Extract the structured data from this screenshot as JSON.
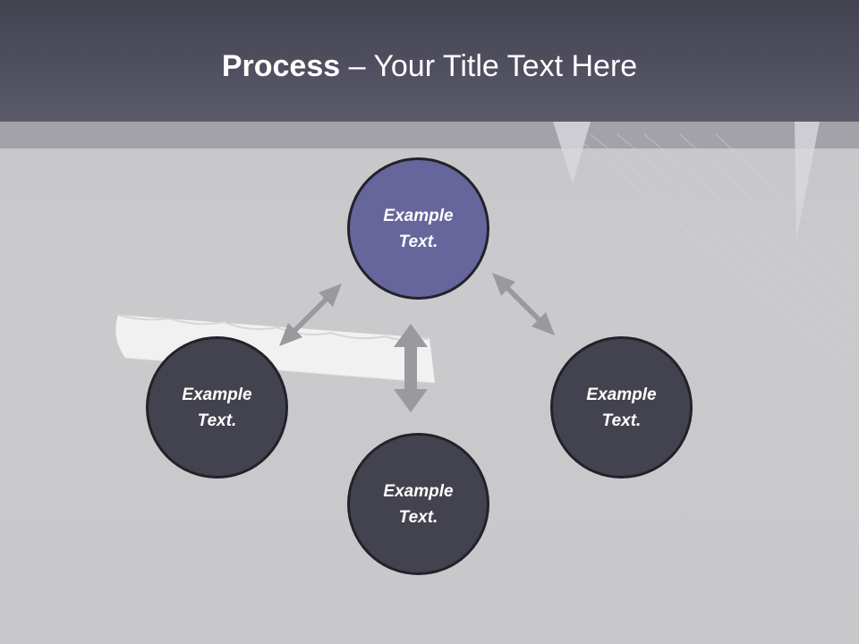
{
  "slide": {
    "title_bold": "Process",
    "title_rest": " – Your Title Text Here"
  },
  "nodes": {
    "center": "Example Text.",
    "left": "Example Text.",
    "right": "Example Text.",
    "bottom": "Example Text."
  },
  "colors": {
    "header": "#4f4f5f",
    "node_accent": "#66669c",
    "node_dark": "#43424f",
    "arrow": "#9a9a9e",
    "background": "#c9c9cc"
  }
}
